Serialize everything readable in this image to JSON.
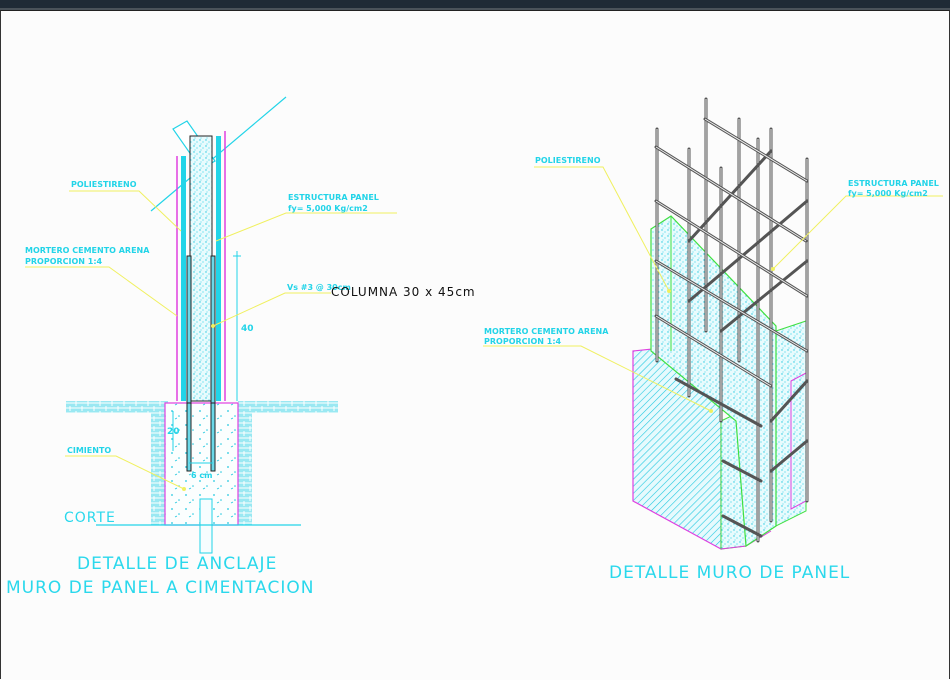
{
  "drawing": {
    "left_detail": {
      "labels": {
        "poliestireno": "POLIESTIRENO",
        "estructura_line1": "ESTRUCTURA PANEL",
        "estructura_line2": "fy= 5,000 Kg/cm2",
        "mortero_line1": "MORTERO CEMENTO ARENA",
        "mortero_line2": "PROPORCION  1:4",
        "varilla": "Vs #3 @ 30cm",
        "cimiento": "CIMIENTO",
        "corte": "CORTE",
        "dim_40": "40",
        "dim_20": "20",
        "dim_6cm": "6 cm"
      },
      "title_line1": "DETALLE DE ANCLAJE",
      "title_line2": "MURO DE PANEL A CIMENTACION"
    },
    "column_note": "COLUMNA 30 x 45cm",
    "right_detail": {
      "labels": {
        "poliestireno": "POLIESTIRENO",
        "estructura_line1": "ESTRUCTURA PANEL",
        "estructura_line2": "fy= 5,000 Kg/cm2",
        "mortero_line1": "MORTERO CEMENTO ARENA",
        "mortero_line2": "PROPORCION  1:4"
      },
      "title": "DETALLE MURO DE PANEL"
    },
    "colors": {
      "cyan": "#22d4e8",
      "magenta": "#e040e0",
      "yellow": "#f0f060",
      "green": "#40e040",
      "rebar": "#555555",
      "window_bar": "#1f2a36"
    }
  }
}
